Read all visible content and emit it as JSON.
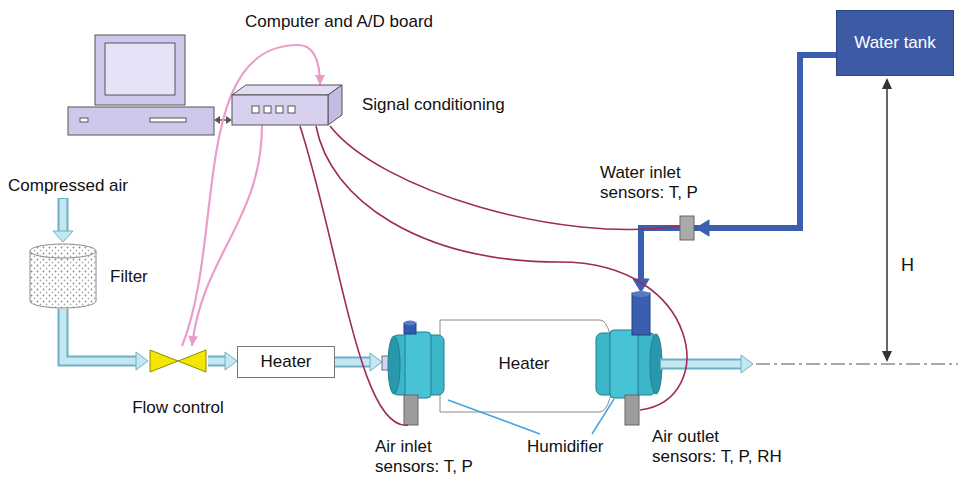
{
  "diagram": {
    "nodes": [
      {
        "text": [
          "Computer and A/D board"
        ]
      },
      {
        "text": [
          "Signal conditioning"
        ]
      },
      {
        "text": [
          "Water tank"
        ]
      },
      {
        "text": [
          "Filter"
        ]
      },
      {
        "text": [
          "Flow control"
        ]
      },
      {
        "text": [
          "Heater"
        ]
      },
      {
        "text": [
          "Heater"
        ]
      }
    ],
    "edges": [
      {
        "from": 0,
        "to": 1,
        "arrow": "both"
      },
      {
        "from": 4,
        "to": 1,
        "arrow": "to"
      },
      {
        "from": 1,
        "to": 4,
        "arrow": "to"
      },
      {
        "from": 3,
        "to": 4,
        "arrow": "to"
      },
      {
        "from": 4,
        "to": 5,
        "arrow": "to"
      },
      {
        "from": 5,
        "to": 6,
        "arrow": "to"
      },
      {
        "from": 2,
        "to": 6,
        "arrow": "to"
      }
    ],
    "labels": [
      "Compressed air",
      "Water inlet sensors: T, P",
      "Air inlet sensors: T, P",
      "Humidifier",
      "Air outlet sensors: T, P, RH",
      "H"
    ]
  }
}
